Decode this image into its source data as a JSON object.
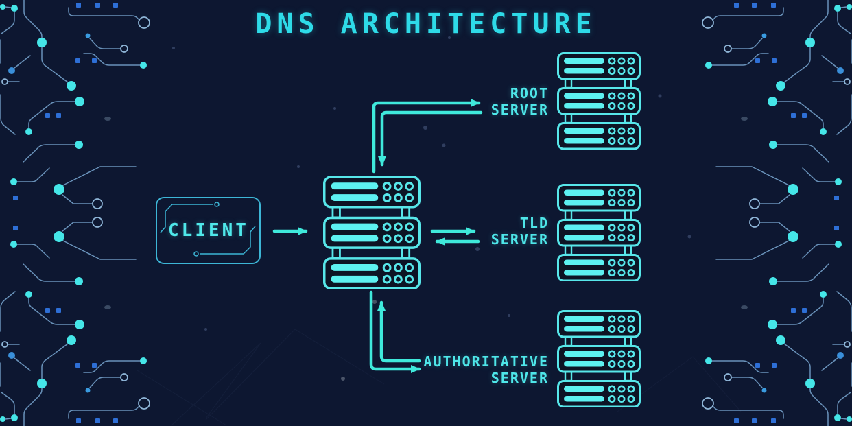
{
  "title": "DNS ARCHITECTURE",
  "client": {
    "label": "CLIENT"
  },
  "servers": {
    "root": {
      "line1": "ROOT",
      "line2": "SERVER"
    },
    "tld": {
      "line1": "TLD",
      "line2": "SERVER"
    },
    "authoritative": {
      "line1": "AUTHORITATIVE",
      "line2": "SERVER"
    }
  },
  "icons": {
    "resolver": "server-stack-icon",
    "root": "server-stack-icon",
    "tld": "server-stack-icon",
    "authoritative": "server-stack-icon",
    "client": "client-frame-icon"
  },
  "colors": {
    "background": "#0d1731",
    "accent_cyan": "#3fe9db",
    "server_outline": "#57e7ea",
    "server_bar_fill": "#5df1f1",
    "server_body_fill": "#0d1425",
    "title_cyan": "#2edbe8",
    "label_cyan": "#4ee6e9",
    "client_frame": "#3db6d6",
    "circuit_trace": "#7aa8d2",
    "circuit_dot": "#45e6e8",
    "circuit_square_blue": "#2e6fd6"
  }
}
